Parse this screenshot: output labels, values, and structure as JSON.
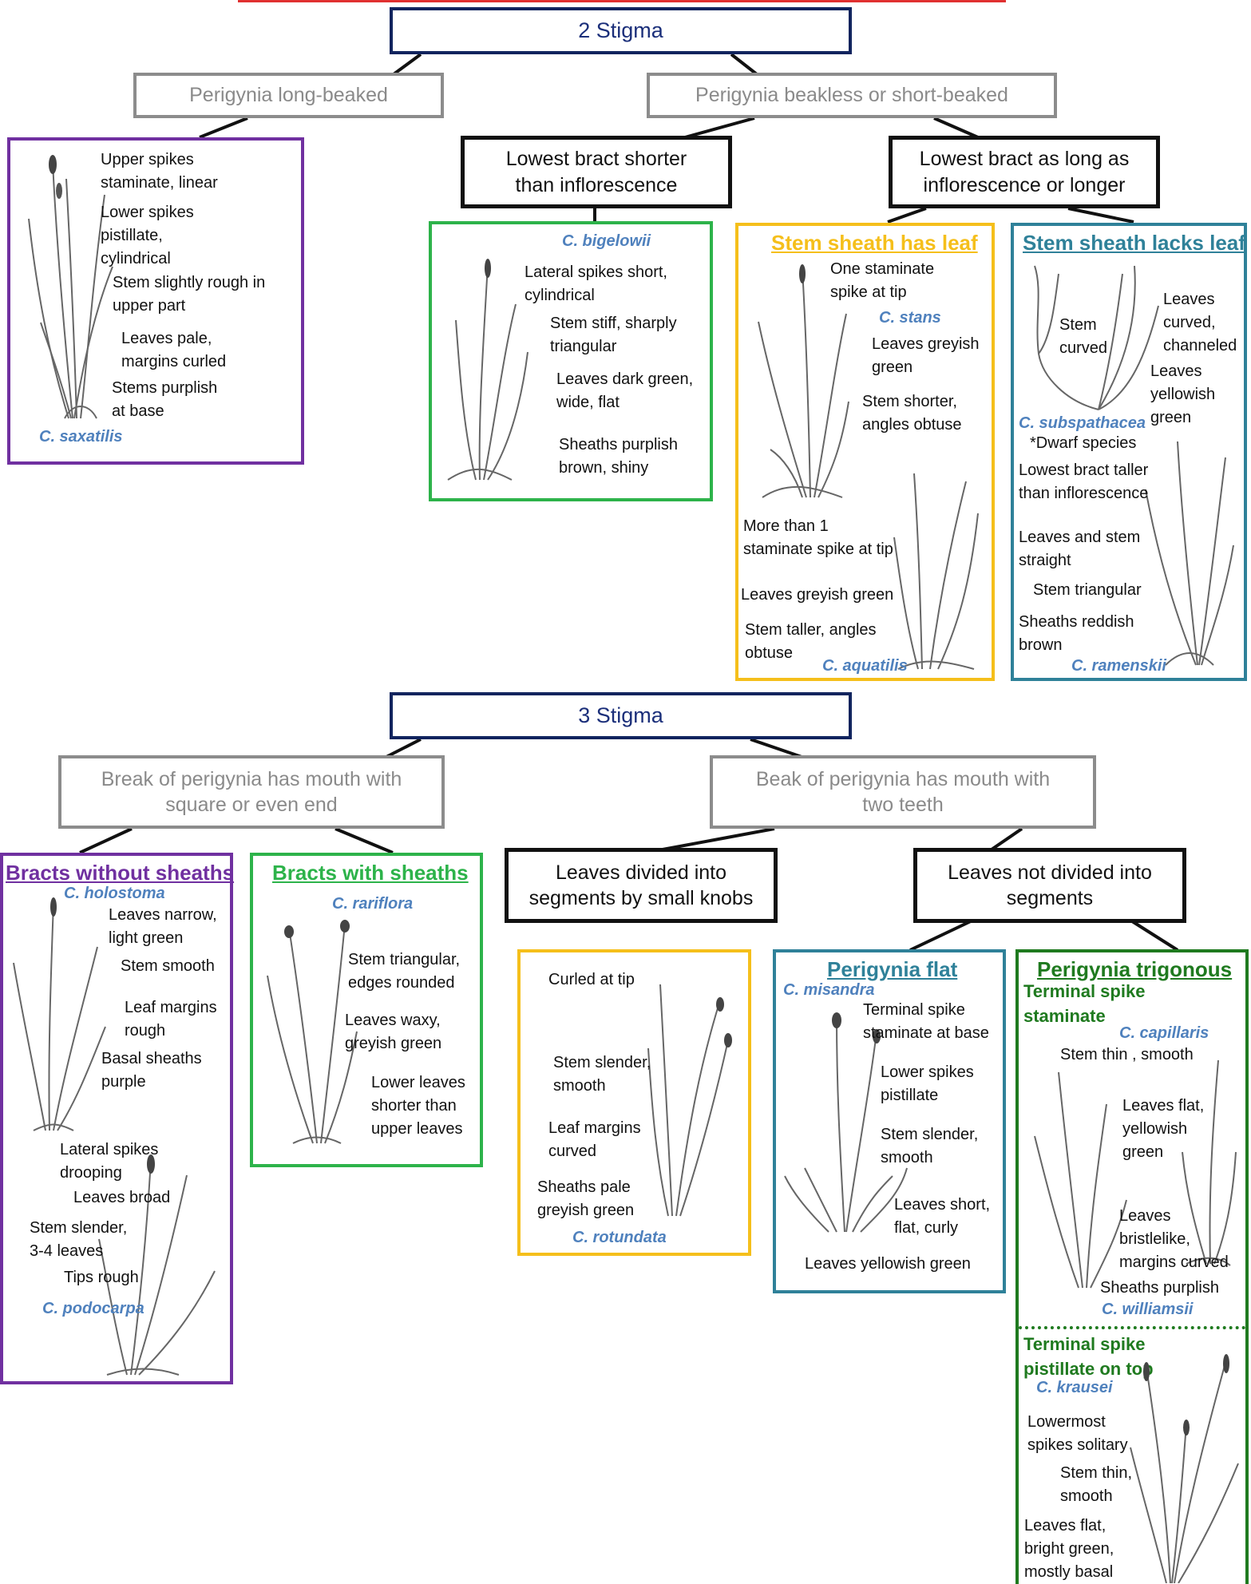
{
  "stigma2": {
    "title": "2 Stigma",
    "long": "Perigynia long-beaked",
    "short": "Perigynia beakless or short-beaked",
    "bract_shorter": "Lowest bract shorter\nthan inflorescence",
    "bract_longer": "Lowest bract as long as\ninflorescence or longer",
    "saxatilis": {
      "species": "C. saxatilis",
      "labels": [
        "Upper spikes\nstaminate, linear",
        "Lower spikes\npistillate,\ncylindrical",
        "Stem slightly rough in\nupper part",
        "Leaves pale,\nmargins curled",
        "Stems purplish\nat base"
      ]
    },
    "bigelowii": {
      "species": "C. bigelowii",
      "labels": [
        "Lateral spikes short,\ncylindrical",
        "Stem stiff,  sharply\ntriangular",
        "Leaves dark green,\nwide, flat",
        "Sheaths purplish\nbrown, shiny"
      ]
    },
    "has_leaf": {
      "heading": "Stem sheath has leaf",
      "stans": "C. stans",
      "aquatilis": "C. aquatilis",
      "labels": [
        "One staminate\nspike at tip",
        "Leaves greyish\ngreen",
        "Stem shorter,\nangles obtuse",
        "More than 1\nstaminate spike at tip",
        "Leaves greyish green",
        "Stem taller, angles\nobtuse"
      ]
    },
    "lacks_leaf": {
      "heading": "Stem sheath lacks leaf",
      "subspathacea": "C. subspathacea",
      "ramenskii": "C. ramenskii",
      "dwarf": "*Dwarf species",
      "labels": [
        "Stem\ncurved",
        "Leaves\ncurved,\nchanneled",
        "Leaves\nyellowish\ngreen",
        "Lowest bract taller\nthan inflorescence",
        "Leaves and stem\nstraight",
        "Stem triangular",
        "Sheaths reddish\nbrown"
      ]
    }
  },
  "stigma3": {
    "title": "3 Stigma",
    "square": "Break of perigynia has mouth with\nsquare or even end",
    "teeth": "Beak of perigynia has mouth with\ntwo teeth",
    "knobs": "Leaves divided into\nsegments by small knobs",
    "not_divided": "Leaves not divided into\nsegments",
    "without": {
      "heading": "Bracts without sheaths",
      "holostoma": "C. holostoma",
      "podocarpa": "C. podocarpa",
      "labels": [
        "Leaves narrow,\nlight green",
        "Stem smooth",
        "Leaf margins\nrough",
        "Basal sheaths\npurple",
        "Lateral spikes\ndrooping",
        "Leaves broad",
        "Stem slender,\n3-4 leaves",
        "Tips rough"
      ]
    },
    "with": {
      "heading": "Bracts with sheaths",
      "rariflora": "C. rariflora",
      "labels": [
        "Stem triangular,\nedges rounded",
        "Leaves waxy,\ngreyish green",
        "Lower leaves\nshorter than\nupper leaves"
      ]
    },
    "rotundata": {
      "species": "C. rotundata",
      "labels": [
        "Curled at tip",
        "Stem slender,\nsmooth",
        "Leaf margins\ncurved",
        "Sheaths pale\ngreyish green"
      ]
    },
    "flat": {
      "heading": "Perigynia flat",
      "misandra": "C. misandra",
      "labels": [
        "Terminal spike\nstaminate at base",
        "Lower spikes\npistillate",
        "Stem slender,\nsmooth",
        "Leaves short,\nflat, curly",
        "Leaves yellowish green"
      ]
    },
    "trigonous": {
      "heading": "Perigynia trigonous",
      "sub1": "Terminal spike\nstaminate",
      "capillaris": "C. capillaris",
      "williamsii": "C. williamsii",
      "labels1": [
        "Stem thin , smooth",
        "Leaves flat,\nyellowish\ngreen",
        "Leaves\nbristlelike,\nmargins curved",
        "Sheaths purplish"
      ],
      "sub2": "Terminal spike\npistillate on top",
      "krausei": "C. krausei",
      "labels2": [
        "Lowermost\nspikes solitary",
        "Stem thin,\nsmooth",
        "Leaves flat,\nbright green,\nmostly basal"
      ]
    }
  }
}
